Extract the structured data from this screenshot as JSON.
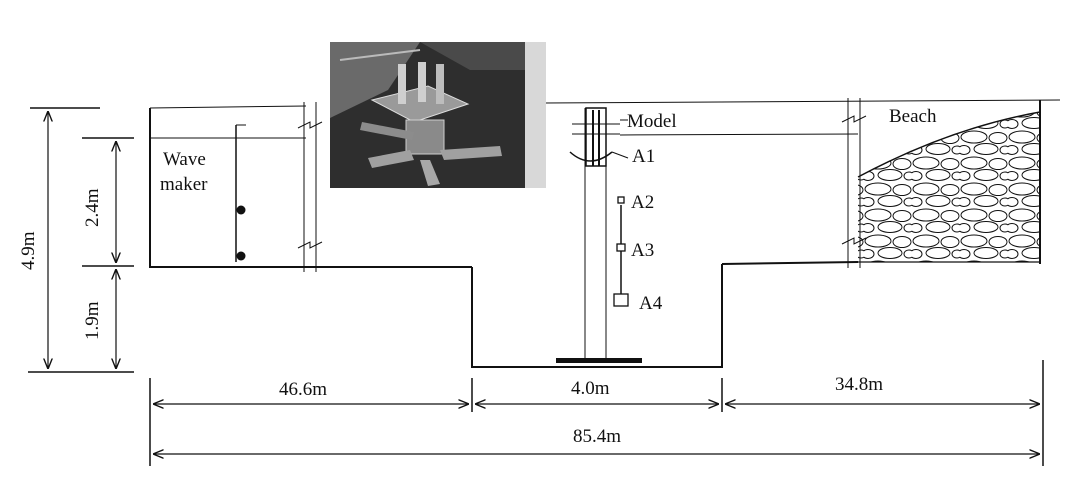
{
  "labels": {
    "wave_maker_line1": "Wave",
    "wave_maker_line2": "maker",
    "model": "Model",
    "beach": "Beach",
    "a1": "A1",
    "a2": "A2",
    "a3": "A3",
    "a4": "A4"
  },
  "dimensions": {
    "total_height": "4.9m",
    "upper_depth": "2.4m",
    "lower_depth": "1.9m",
    "left_length": "46.6m",
    "pit_width": "4.0m",
    "right_length": "34.8m",
    "total_length": "85.4m"
  },
  "colors": {
    "ink": "#111111",
    "photo_bg": "#2a2a2a"
  }
}
